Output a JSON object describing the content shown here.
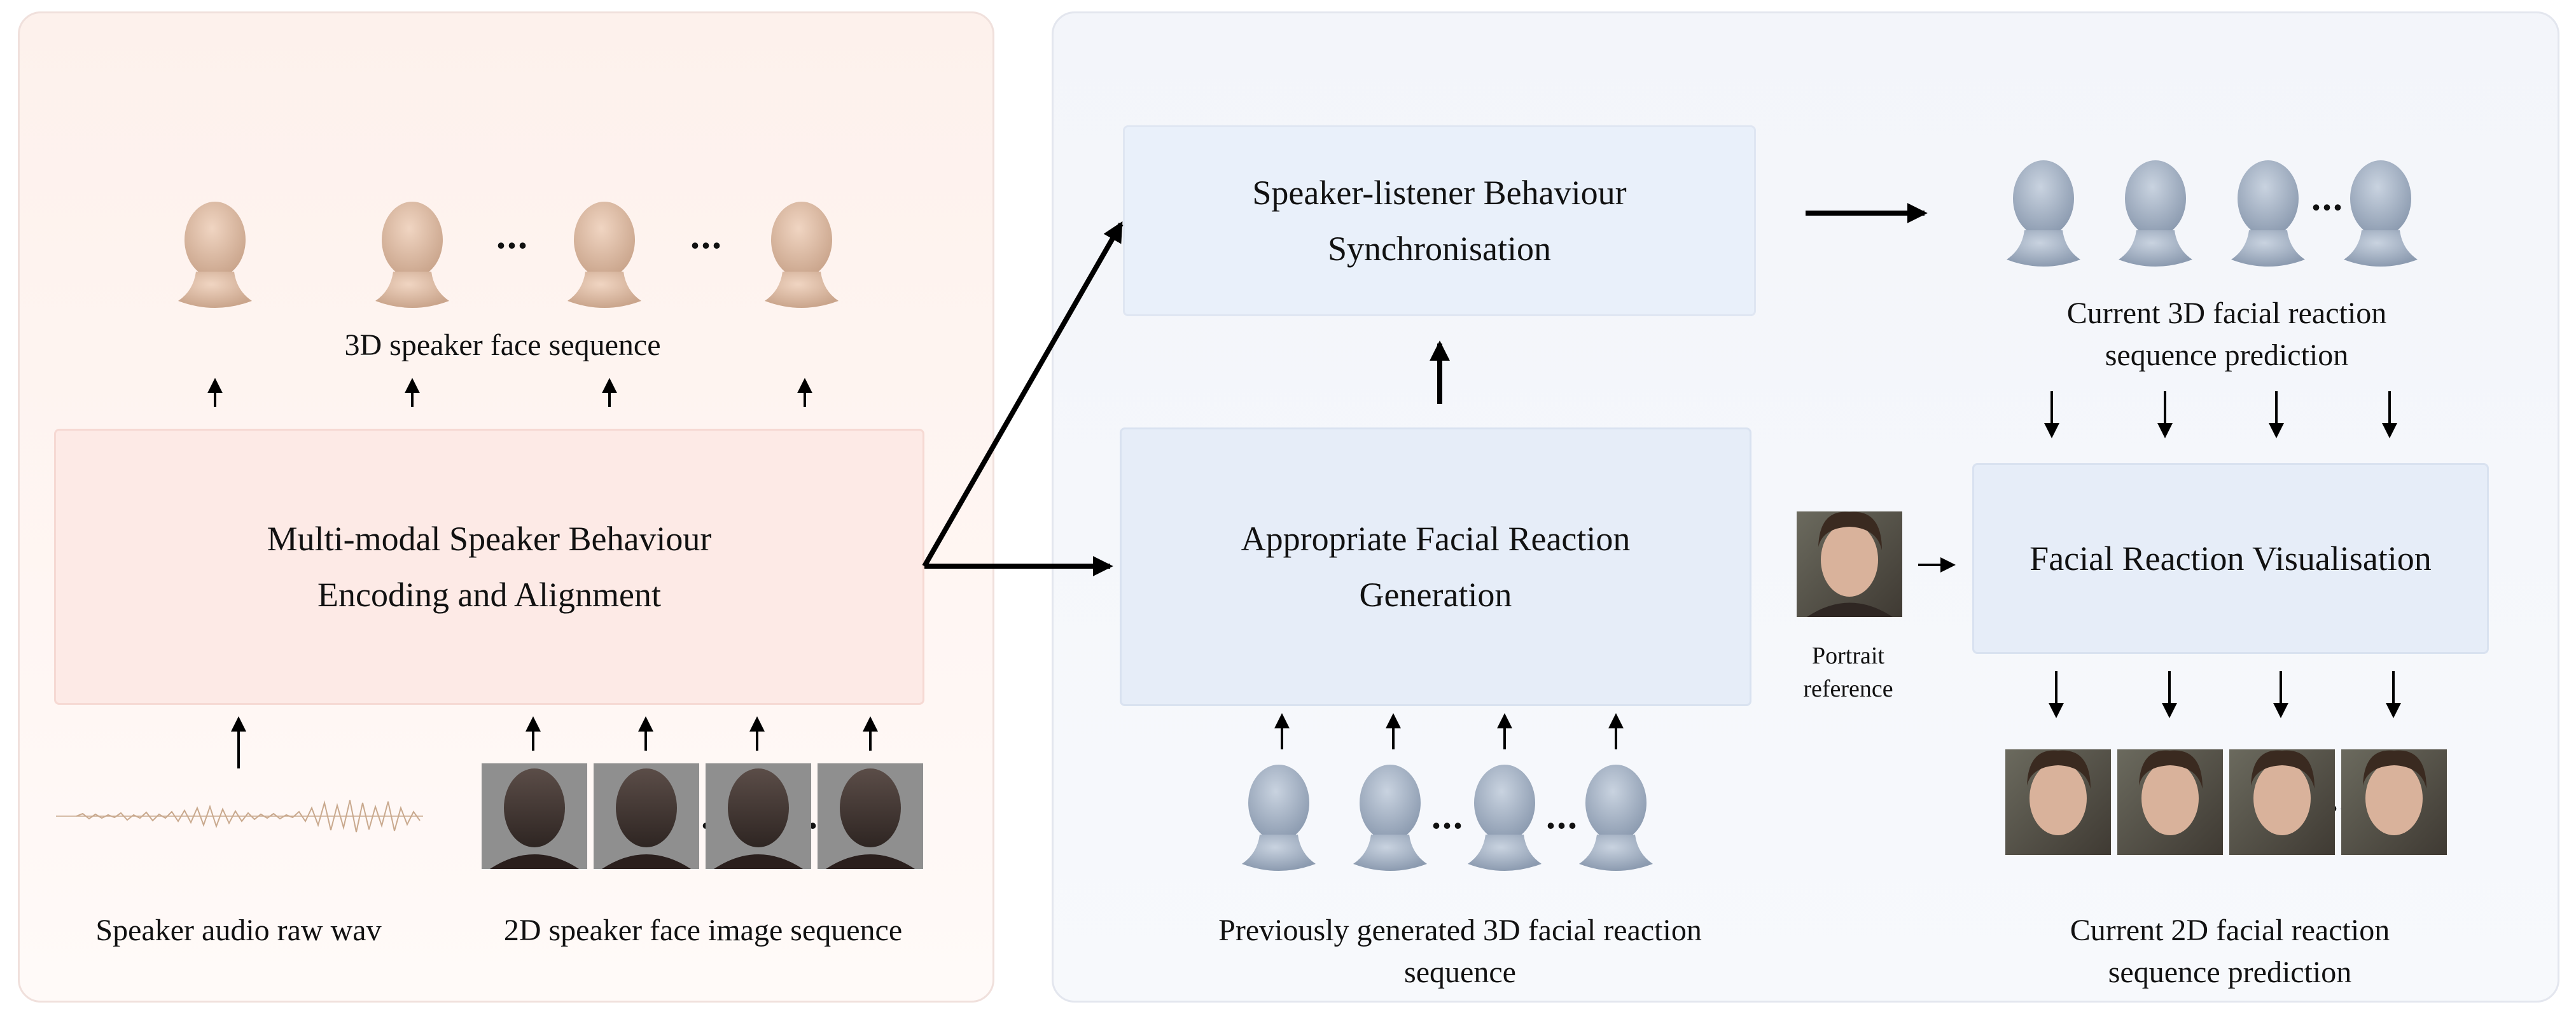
{
  "left": {
    "top_caption": "3D speaker face sequence",
    "encoding_box": "Multi-modal Speaker Behaviour\nEncoding and Alignment",
    "audio_caption": "Speaker audio raw wav",
    "image_caption": "2D speaker face image sequence",
    "ellipsis": "..."
  },
  "right": {
    "sync_box": "Speaker-listener Behaviour\nSynchronisation",
    "generation_box": "Appropriate Facial Reaction\nGeneration",
    "prev_caption": "Previously generated 3D facial reaction\nsequence",
    "pred3d_caption": "Current 3D facial reaction\nsequence prediction",
    "portrait_caption": "Portrait\nreference",
    "vis_box": "Facial Reaction Visualisation",
    "pred2d_caption": "Current 2D facial reaction\nsequence prediction",
    "ellipsis": "..."
  },
  "colors": {
    "left_panel_bg": "#fdf1ec",
    "right_panel_bg": "#f3f5fa",
    "skin_head": "#d9b9a0",
    "grey_head": "#a9b6c8",
    "arrow": "#000000"
  }
}
